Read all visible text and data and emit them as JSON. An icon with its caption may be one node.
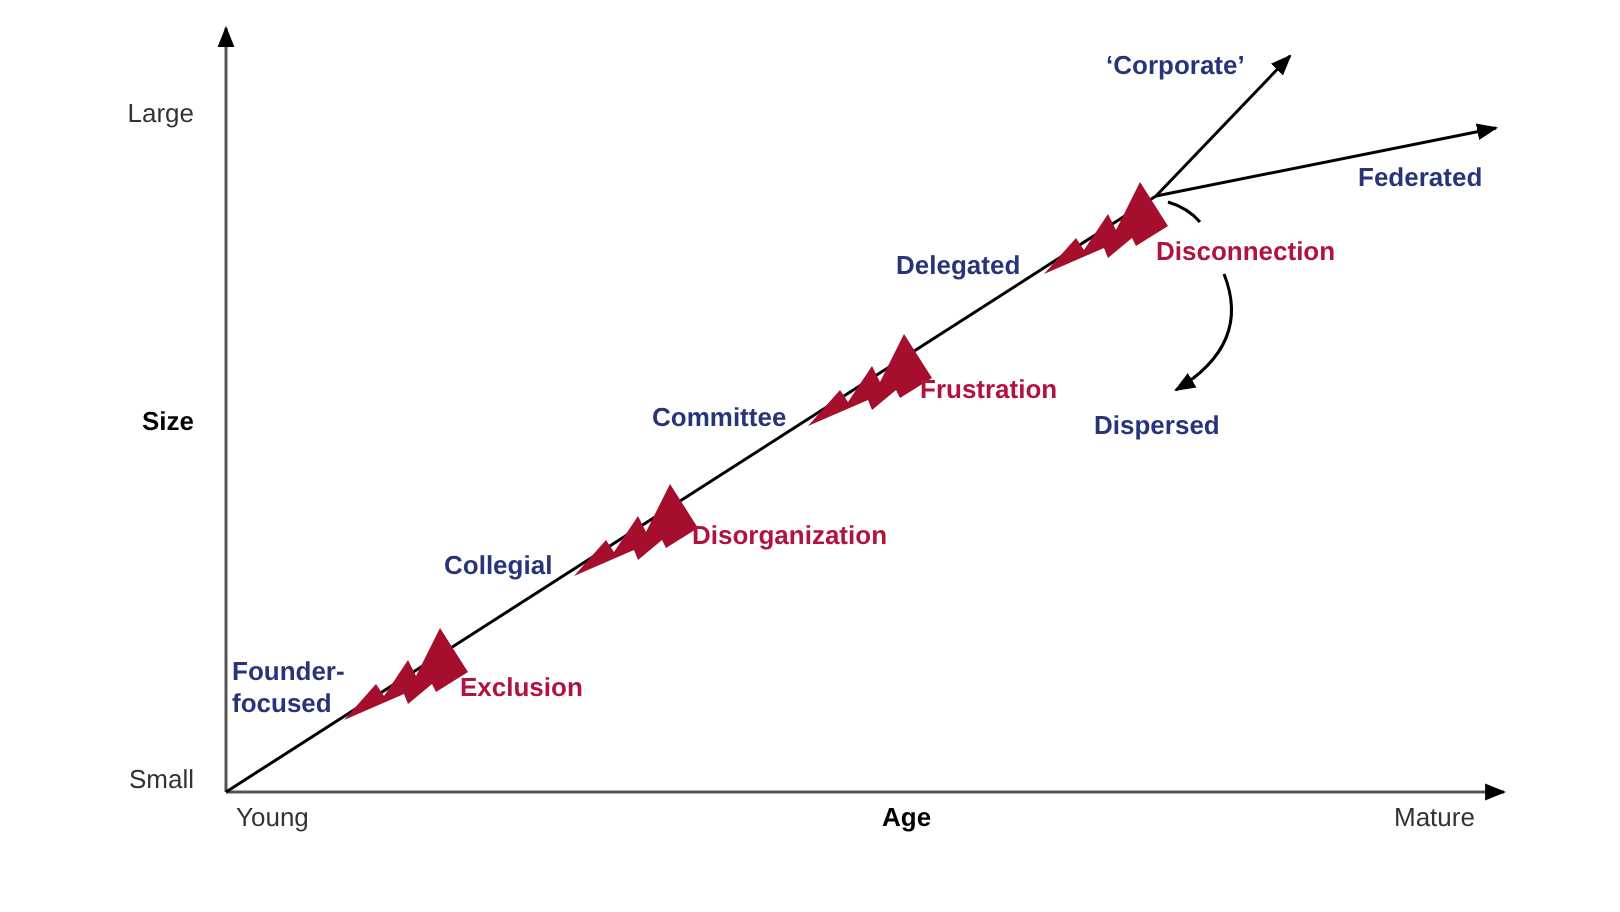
{
  "diagram": {
    "labels": [
      "Large",
      "‘Corporate’",
      "Federated",
      "Delegated",
      "Disconnection",
      "Committee",
      "Frustration",
      "Size",
      "Dispersed",
      "Collegial",
      "Disorganization",
      "Founder-focused",
      "Exclusion",
      "Small",
      "Young",
      "Age",
      "Mature"
    ]
  }
}
